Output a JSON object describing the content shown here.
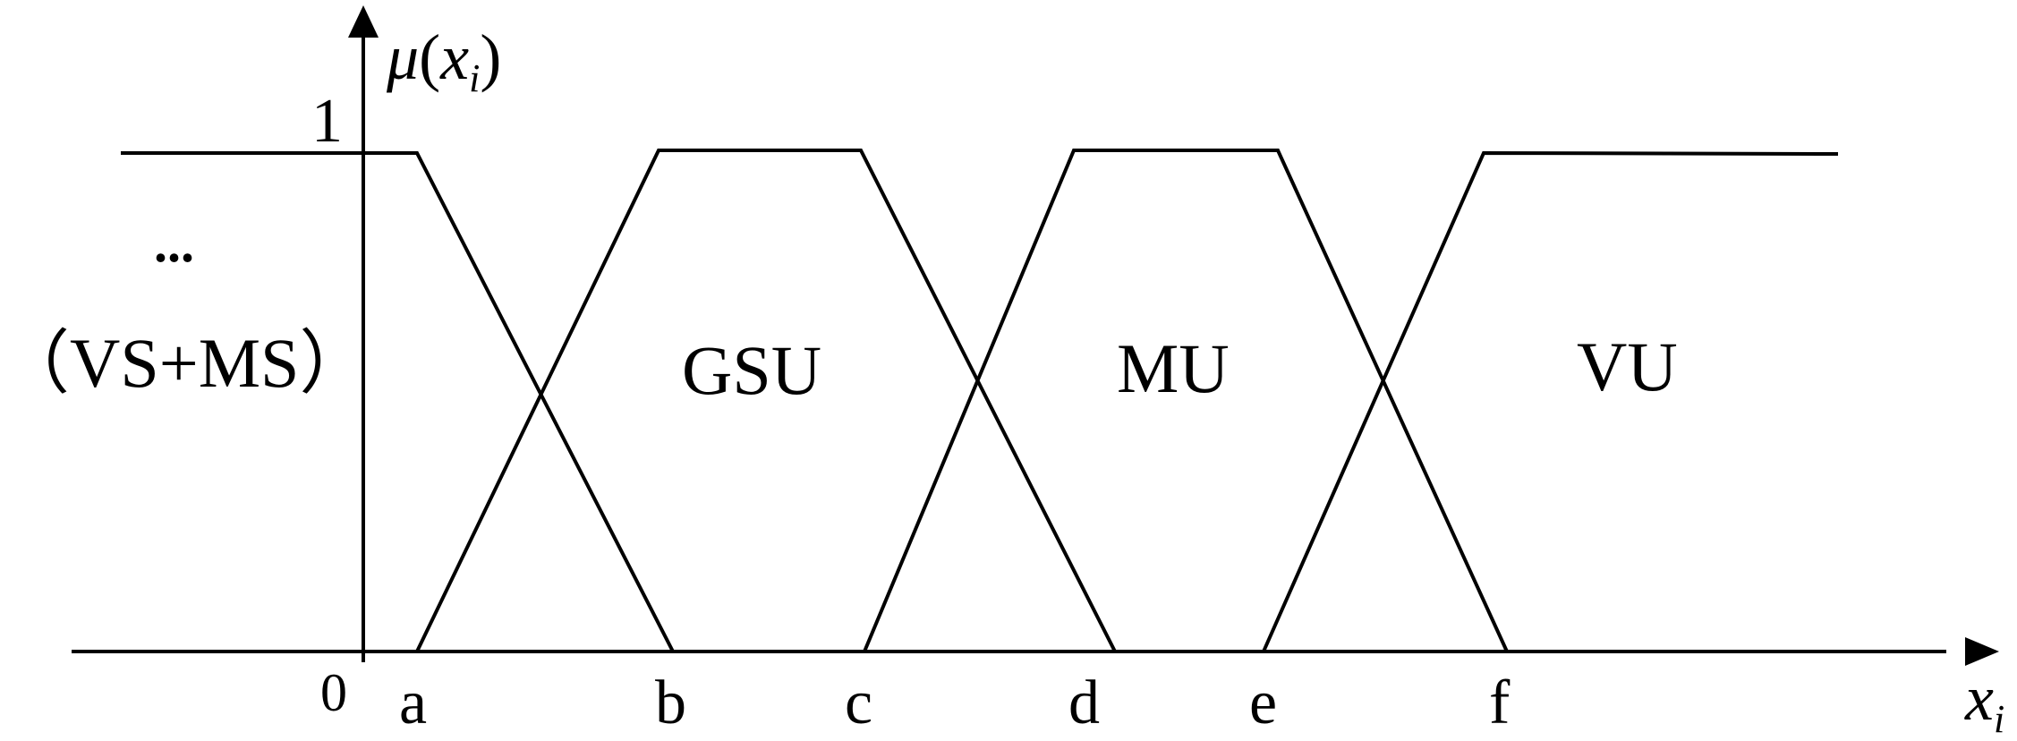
{
  "diagram": {
    "y_axis_label": {
      "symbol": "μ",
      "open": "(",
      "var": "x",
      "sub": "i",
      "close": ")"
    },
    "x_axis_label": {
      "var": "x",
      "sub": "i"
    },
    "y_tick_one": "1",
    "origin_label": "0",
    "x_ticks": [
      "a",
      "b",
      "c",
      "d",
      "e",
      "f"
    ],
    "ellipsis": "...",
    "sets": [
      "（VS+MS）",
      "GSU",
      "MU",
      "VU"
    ]
  }
}
